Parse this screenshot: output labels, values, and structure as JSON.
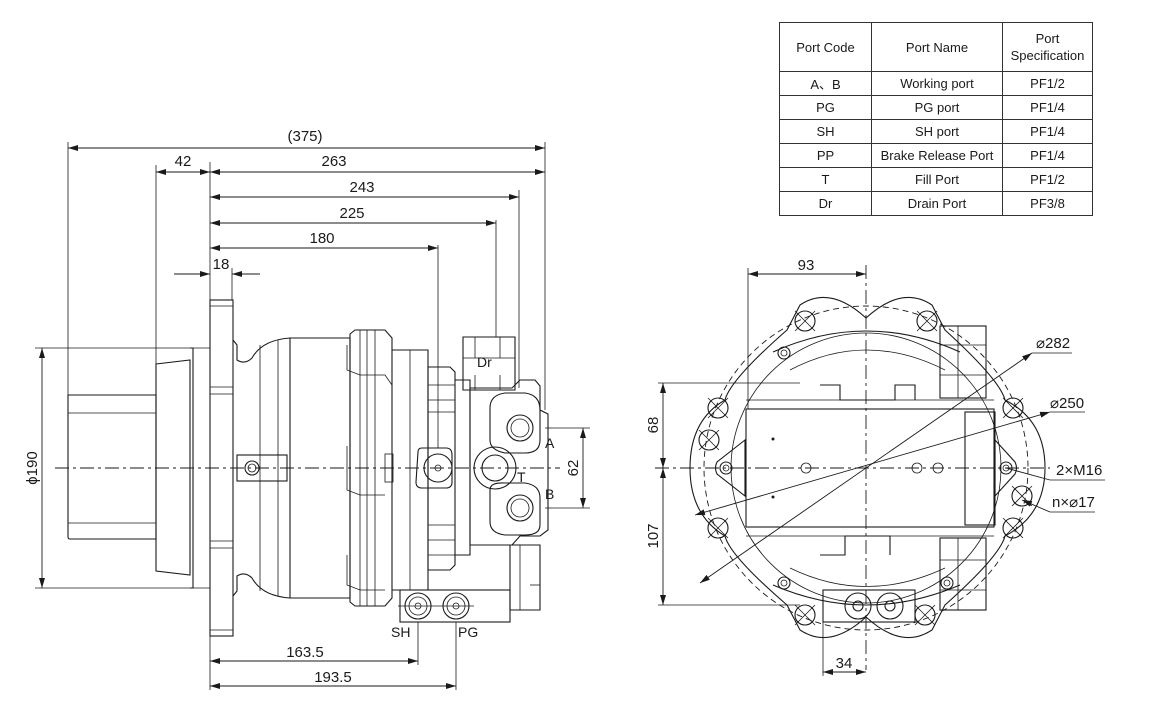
{
  "port_table": {
    "headers": [
      "Port Code",
      "Port Name",
      "Port\nSpecification"
    ],
    "rows": [
      {
        "code": "A、B",
        "name": "Working port",
        "spec": "PF1/2"
      },
      {
        "code": "PG",
        "name": "PG port",
        "spec": "PF1/4"
      },
      {
        "code": "SH",
        "name": "SH port",
        "spec": "PF1/4"
      },
      {
        "code": "PP",
        "name": "Brake Release Port",
        "spec": "PF1/4"
      },
      {
        "code": "T",
        "name": "Fill Port",
        "spec": "PF1/2"
      },
      {
        "code": "Dr",
        "name": "Drain Port",
        "spec": "PF3/8"
      }
    ]
  },
  "side_view": {
    "dimensions": {
      "overall": "(375)",
      "d42": "42",
      "d263": "263",
      "d243": "243",
      "d225": "225",
      "d180": "180",
      "d18": "18",
      "diameter190": "ϕ190",
      "d62": "62",
      "d163_5": "163.5",
      "d193_5": "193.5"
    },
    "port_labels": {
      "dr": "Dr",
      "a": "A",
      "t": "T",
      "b": "B",
      "sh": "SH",
      "pg": "PG"
    }
  },
  "end_view": {
    "dimensions": {
      "d93": "93",
      "d68": "68",
      "d107": "107",
      "d34": "34",
      "dia282": "⌀282",
      "dia250": "⌀250",
      "m16": "2×M16",
      "holes": "n×⌀17"
    }
  }
}
